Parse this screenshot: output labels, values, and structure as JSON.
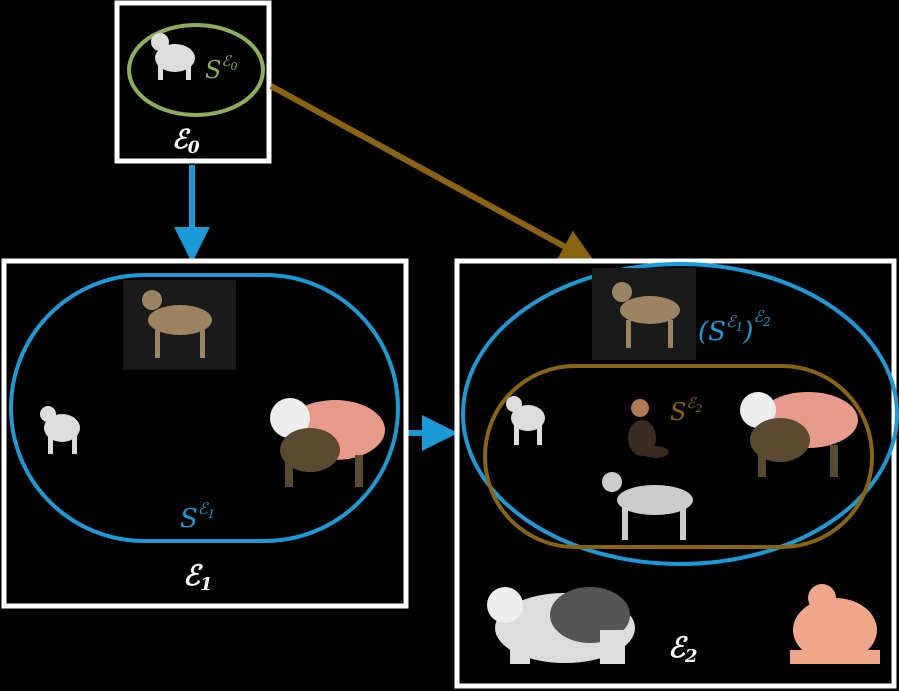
{
  "colors": {
    "background": "#000000",
    "box": "#ffffff",
    "green": "#8fae5c",
    "blue": "#1a9bd7",
    "brown": "#8a6413"
  },
  "env0": {
    "label_main": "ℰ",
    "label_sub": "0",
    "set_label": "S",
    "set_sup": "ℰ",
    "set_sup_sub": "0"
  },
  "env1": {
    "label_main": "ℰ",
    "label_sub": "1",
    "set_label": "S",
    "set_sup": "ℰ",
    "set_sup_sub": "1"
  },
  "env2": {
    "label_main": "ℰ",
    "label_sub": "2",
    "outer_set_open": "(S",
    "outer_set_inner_sup": "ℰ",
    "outer_set_inner_sub": "1",
    "outer_set_close": ")",
    "outer_set_sup": "ℰ",
    "outer_set_sup_sub": "2",
    "inner_set_label": "S",
    "inner_set_sup": "ℰ",
    "inner_set_sup_sub": "2"
  }
}
